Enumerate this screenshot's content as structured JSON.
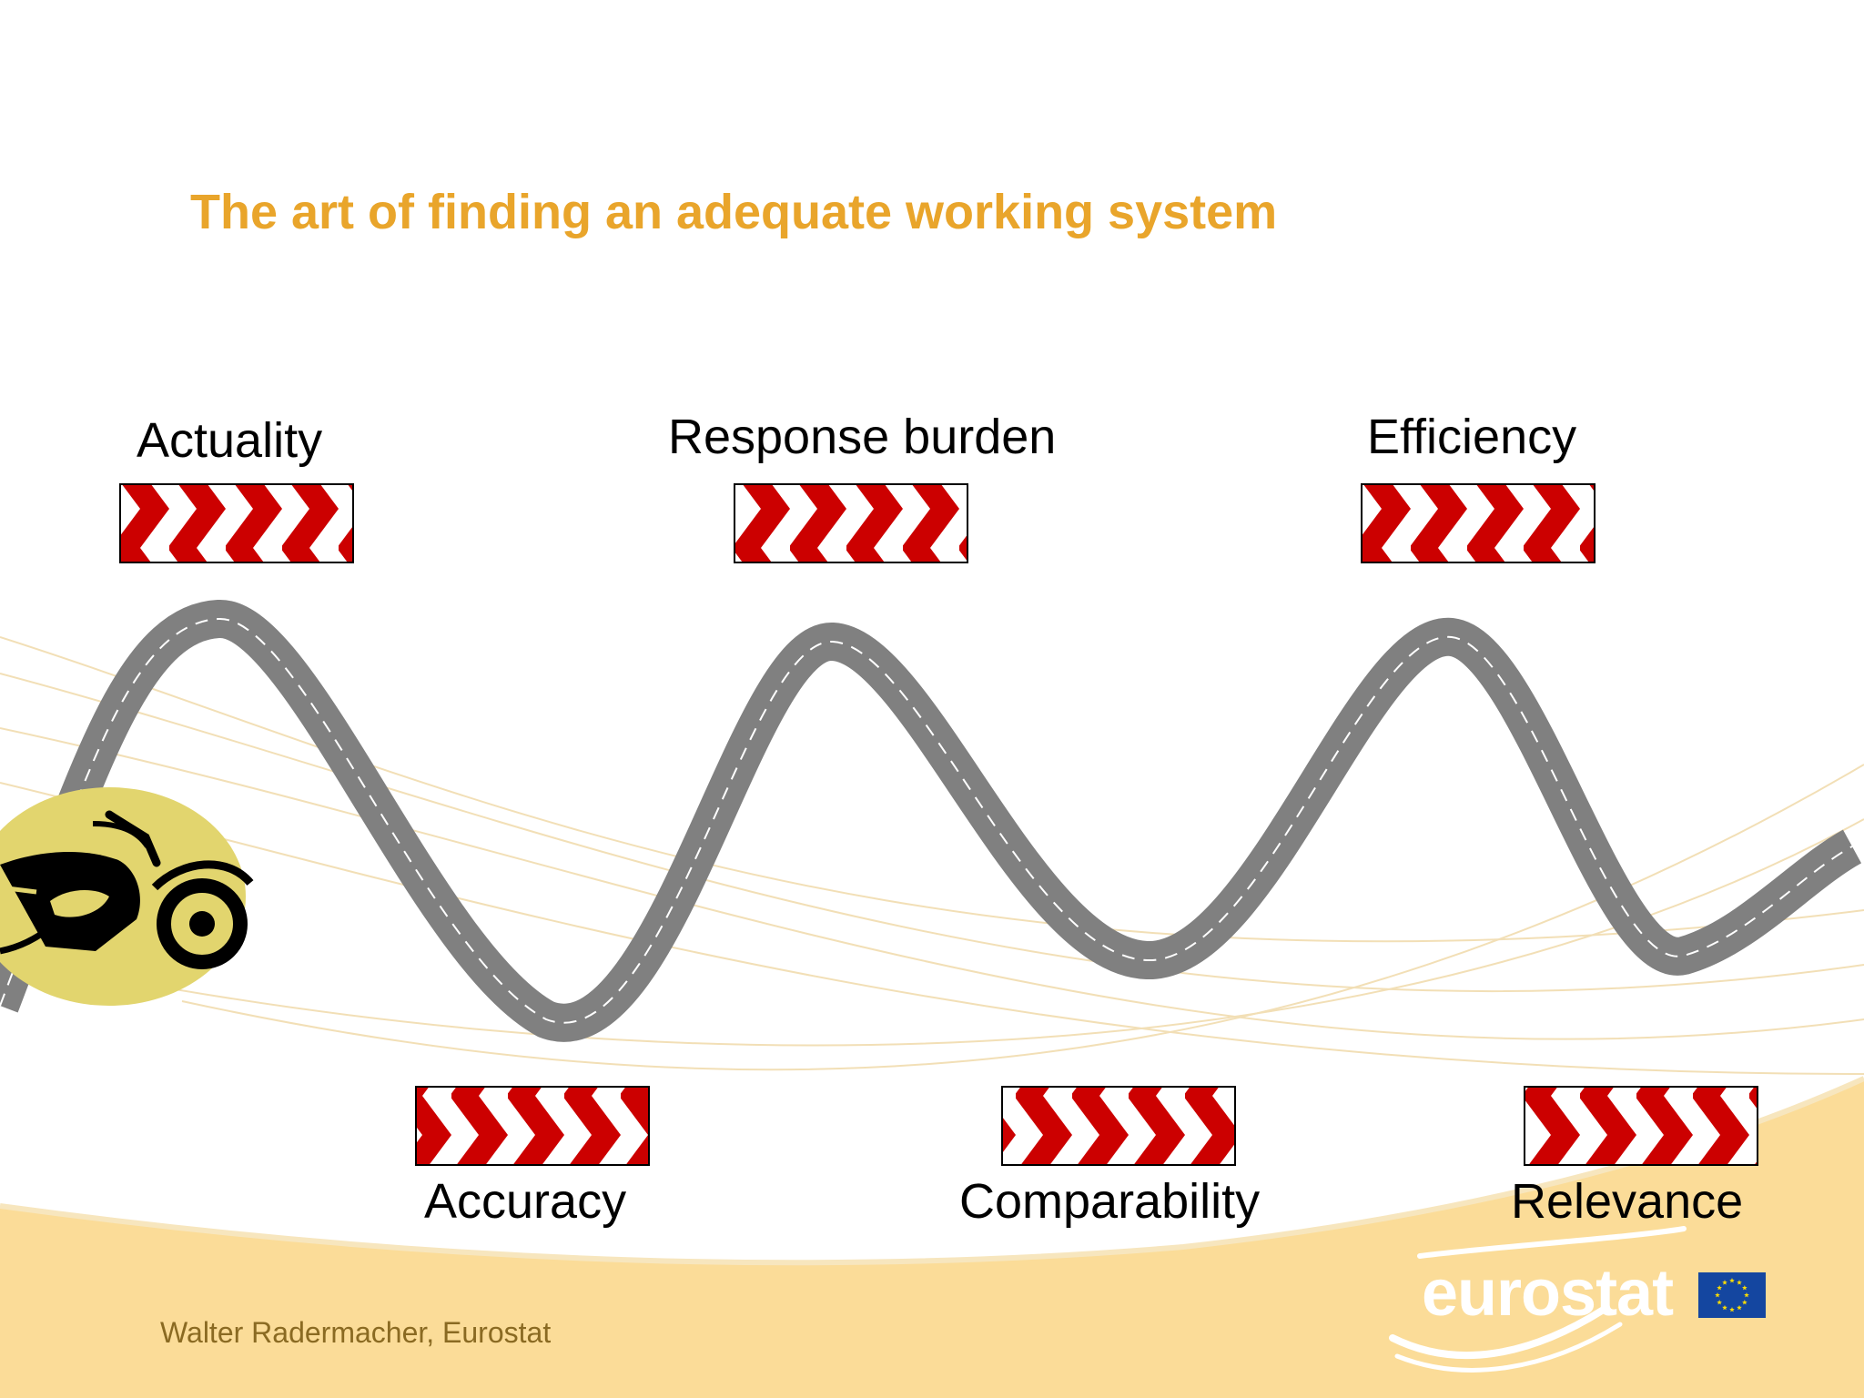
{
  "title": "The art of finding an adequate working system",
  "quality_labels": {
    "actuality": "Actuality",
    "response_burden": "Response burden",
    "efficiency": "Efficiency",
    "accuracy": "Accuracy",
    "comparability": "Comparability",
    "relevance": "Relevance"
  },
  "footer": {
    "author": "Walter Radermacher, Eurostat"
  },
  "logo": {
    "text": "eurostat",
    "flag_icon": "eu-flag-icon"
  },
  "colors": {
    "title": "#E9A52B",
    "road": "#808080",
    "chevron_red": "#CC0000",
    "background_band": "#FBDC98",
    "motorbike_blob": "#E2D56E",
    "eu_blue": "#1446A0",
    "eu_stars": "#FFDD00"
  },
  "icons": [
    "chevron-sign-icon",
    "motorbike-icon",
    "eu-flag-icon"
  ]
}
